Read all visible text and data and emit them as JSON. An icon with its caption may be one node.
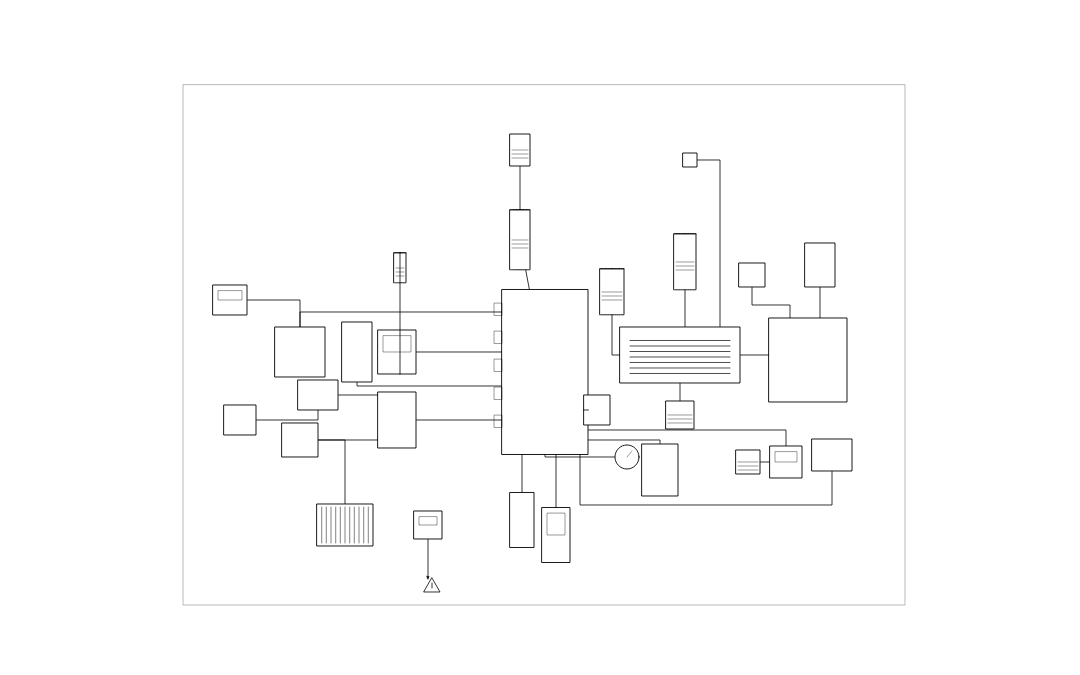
{
  "diagram": {
    "nodes": [
      {
        "text": [],
        "shape": "box"
      },
      {
        "text": [],
        "shape": "box"
      },
      {
        "text": [],
        "shape": "cylinder"
      },
      {
        "text": [],
        "shape": "box"
      },
      {
        "text": [],
        "shape": "box"
      },
      {
        "text": [],
        "shape": "box"
      },
      {
        "text": [],
        "shape": "box"
      },
      {
        "text": [],
        "shape": "box"
      },
      {
        "text": [],
        "shape": "box"
      },
      {
        "text": [],
        "shape": "box"
      },
      {
        "text": [],
        "shape": "box"
      },
      {
        "text": [],
        "shape": "box"
      },
      {
        "text": [],
        "shape": "box"
      },
      {
        "text": [],
        "shape": "box"
      },
      {
        "text": [],
        "shape": "box"
      },
      {
        "text": [],
        "shape": "box"
      },
      {
        "text": [],
        "shape": "circle"
      },
      {
        "text": [],
        "shape": "box"
      },
      {
        "text": [],
        "shape": "box"
      },
      {
        "text": [],
        "shape": "cylinder"
      },
      {
        "text": [],
        "shape": "cylinder"
      },
      {
        "text": [],
        "shape": "box"
      },
      {
        "text": [],
        "shape": "box"
      },
      {
        "text": [],
        "shape": "box"
      },
      {
        "text": [],
        "shape": "box"
      },
      {
        "text": [],
        "shape": "box"
      },
      {
        "text": [],
        "shape": "box"
      },
      {
        "text": [],
        "shape": "box"
      },
      {
        "text": [],
        "shape": "cylinder"
      },
      {
        "text": [],
        "shape": "box"
      }
    ],
    "edges": [
      {
        "from": 1,
        "to": 2,
        "arrow": "none"
      },
      {
        "from": 2,
        "to": 0,
        "arrow": "none"
      },
      {
        "from": 3,
        "to": 4,
        "arrow": "none"
      },
      {
        "from": 4,
        "to": 0,
        "arrow": "none"
      },
      {
        "from": 5,
        "to": 0,
        "arrow": "none"
      },
      {
        "from": 6,
        "to": 0,
        "arrow": "none"
      },
      {
        "from": 7,
        "to": 0,
        "arrow": "none"
      },
      {
        "from": 8,
        "to": 7,
        "arrow": "none"
      },
      {
        "from": 9,
        "to": 8,
        "arrow": "none"
      },
      {
        "from": 10,
        "to": 7,
        "arrow": "none"
      },
      {
        "from": 11,
        "to": 10,
        "arrow": "none"
      },
      {
        "from": 13,
        "to": 0,
        "arrow": "none"
      },
      {
        "from": 14,
        "to": 0,
        "arrow": "none"
      },
      {
        "from": 16,
        "to": 0,
        "arrow": "none"
      },
      {
        "from": 15,
        "to": 0,
        "arrow": "none"
      },
      {
        "from": 17,
        "to": 0,
        "arrow": "none"
      },
      {
        "from": 18,
        "to": 21,
        "arrow": "none"
      },
      {
        "from": 19,
        "to": 21,
        "arrow": "none"
      },
      {
        "from": 20,
        "to": 21,
        "arrow": "none"
      },
      {
        "from": 21,
        "to": 22,
        "arrow": "none"
      },
      {
        "from": 23,
        "to": 22,
        "arrow": "none"
      },
      {
        "from": 24,
        "to": 22,
        "arrow": "none"
      },
      {
        "from": 25,
        "to": 0,
        "arrow": "none"
      },
      {
        "from": 26,
        "to": 27,
        "arrow": "none"
      },
      {
        "from": 27,
        "to": 0,
        "arrow": "none"
      },
      {
        "from": 28,
        "to": 6,
        "arrow": "none"
      },
      {
        "from": 29,
        "to": 21,
        "arrow": "none"
      },
      {
        "from": 12,
        "to": null,
        "arrow": "to"
      }
    ]
  }
}
